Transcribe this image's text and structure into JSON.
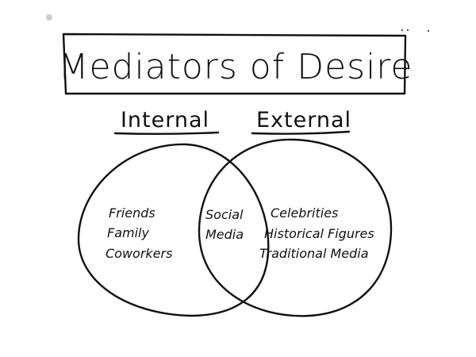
{
  "title": "Mediators of Desire",
  "headings": {
    "internal": "Internal",
    "external": "External"
  },
  "internal_items": [
    "Friends",
    "Family",
    "Coworkers"
  ],
  "overlap_items": [
    "Social",
    "Media"
  ],
  "external_items": [
    "Celebrities",
    "Historical Figures",
    "Traditional Media"
  ]
}
